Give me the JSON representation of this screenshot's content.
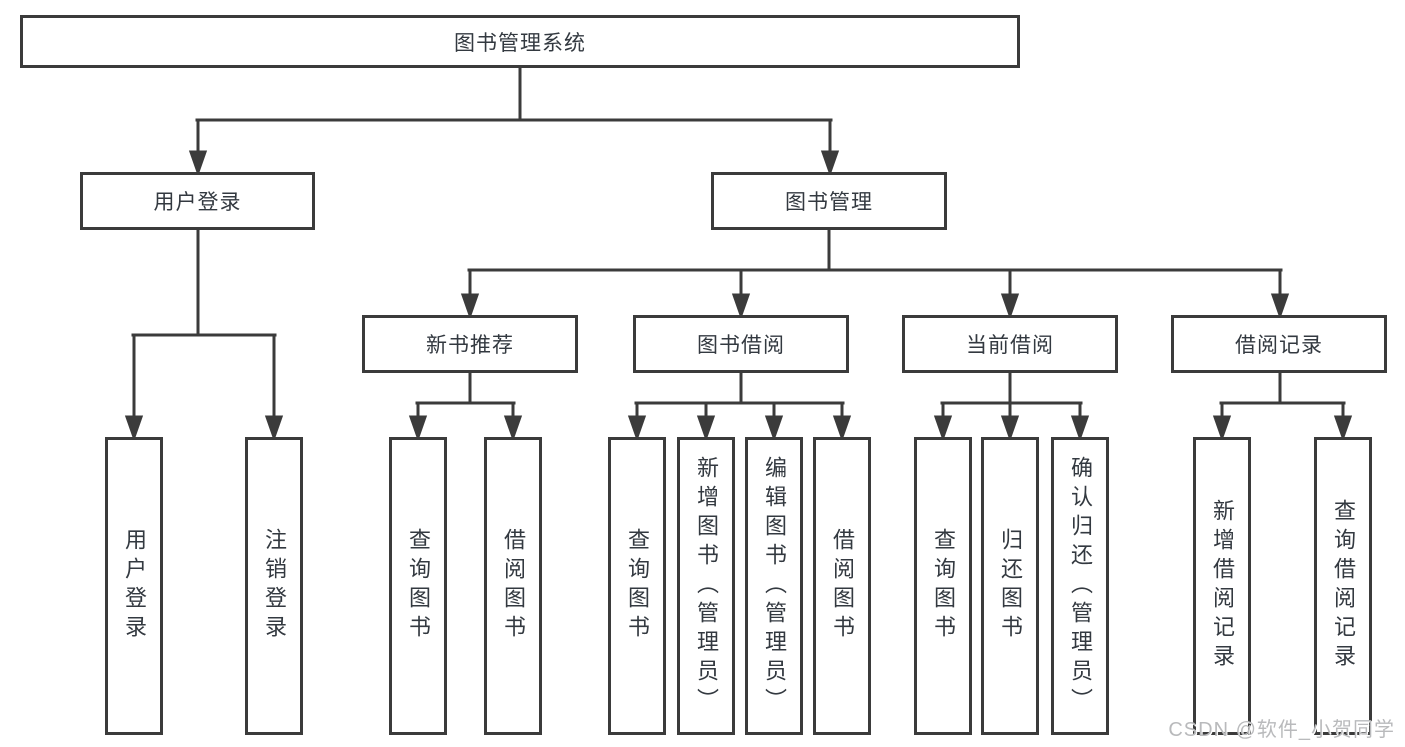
{
  "diagram": {
    "title": "图书管理系统",
    "level1": [
      {
        "label": "用户登录"
      },
      {
        "label": "图书管理"
      }
    ],
    "level2": [
      {
        "label": "新书推荐"
      },
      {
        "label": "图书借阅"
      },
      {
        "label": "当前借阅"
      },
      {
        "label": "借阅记录"
      }
    ],
    "leaves": [
      {
        "label": "用户登录"
      },
      {
        "label": "注销登录"
      },
      {
        "label": "查询图书"
      },
      {
        "label": "借阅图书"
      },
      {
        "label": "查询图书"
      },
      {
        "label": "新增图书（管理员）"
      },
      {
        "label": "编辑图书（管理员）"
      },
      {
        "label": "借阅图书"
      },
      {
        "label": "查询图书"
      },
      {
        "label": "归还图书"
      },
      {
        "label": "确认归还（管理员）"
      },
      {
        "label": "新增借阅记录"
      },
      {
        "label": "查询借阅记录"
      }
    ]
  },
  "watermark": "CSDN @软件_小贺同学",
  "colors": {
    "line": "#3b3b3b",
    "text": "#333940",
    "background": "#ffffff",
    "watermark": "#b9babc"
  }
}
